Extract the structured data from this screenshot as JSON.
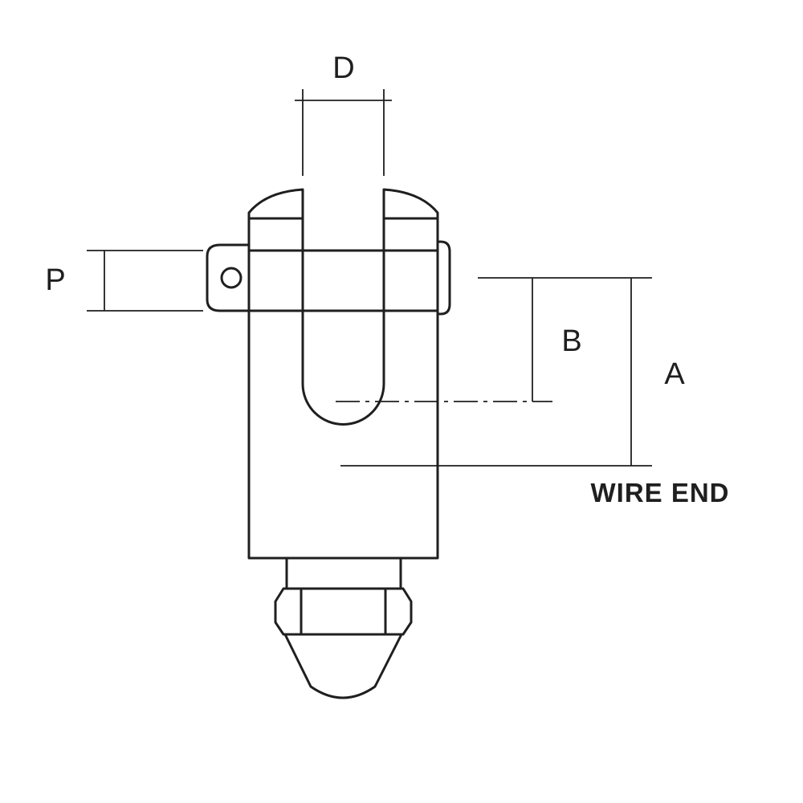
{
  "diagram": {
    "labels": {
      "d": "D",
      "p": "P",
      "b": "B",
      "a": "A",
      "wire_end": "WIRE END"
    },
    "colors": {
      "line": "#1f1f1f",
      "background": "#ffffff"
    }
  }
}
